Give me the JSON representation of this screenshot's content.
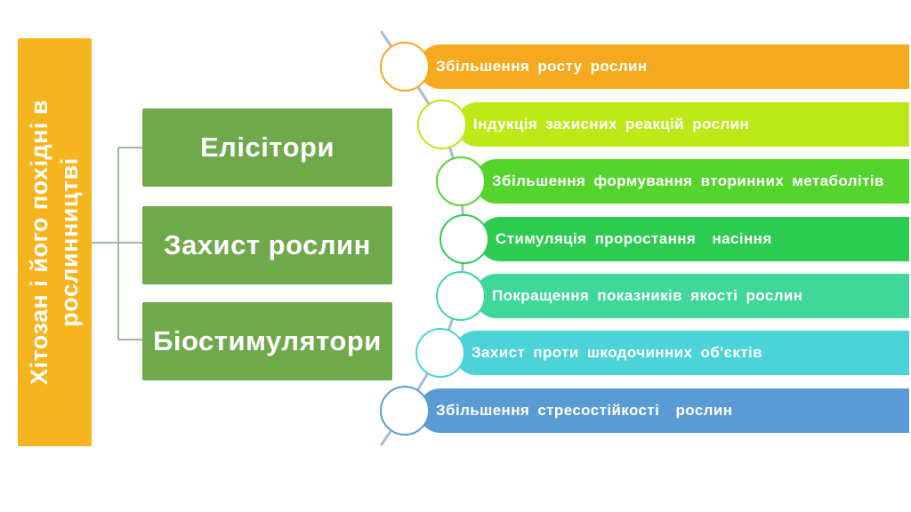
{
  "diagram": {
    "title": "Хітозан і його похідні в рослинництві",
    "title_color": "#F6B41F",
    "category_color": "#6FA94C",
    "connector_color": "#9FB89B",
    "arc_color": "#A6BED8",
    "text_color": "#FFFFFF",
    "categories": [
      {
        "label": "Елісітори"
      },
      {
        "label": "Захист рослин"
      },
      {
        "label": "Біостимулятори"
      }
    ],
    "effects": [
      {
        "label": "Збільшення росту рослин",
        "color": "#F5A91E"
      },
      {
        "label": "Індукція захисних реакцій рослин",
        "color": "#BDE919"
      },
      {
        "label": "Збільшення формування вторинних метаболітів",
        "color": "#55D42E"
      },
      {
        "label": "Стимуляція проростання  насіння",
        "color": "#2CCC50"
      },
      {
        "label": "Покращення показників якості рослин",
        "color": "#40D79A"
      },
      {
        "label": "Захист проти шкодочинних об'єктів",
        "color": "#4BD3D8"
      },
      {
        "label": "Збільшення стресостійкості  рослин",
        "color": "#5B9BD5"
      }
    ]
  }
}
